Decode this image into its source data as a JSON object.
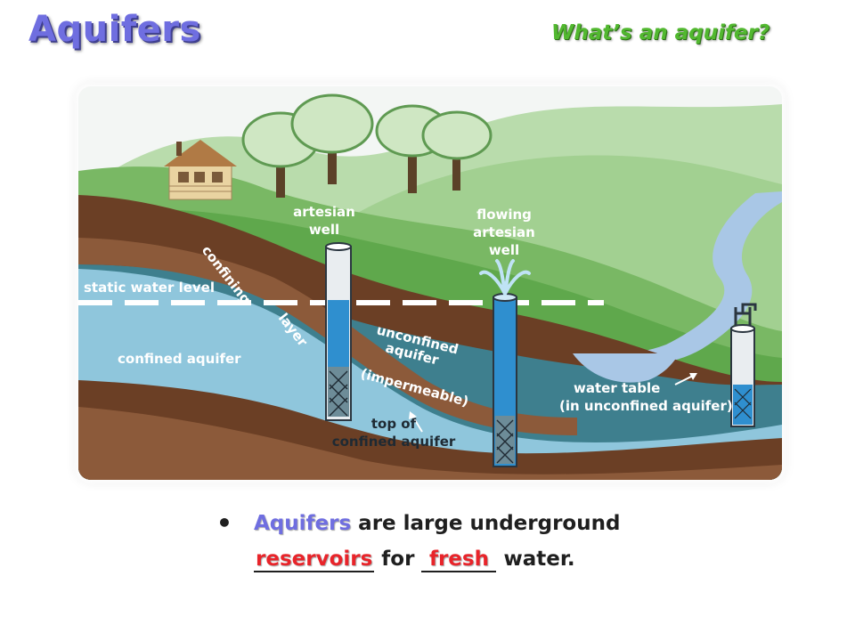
{
  "header": {
    "title": "Aquifers",
    "subtitle": "What’s an aquifer?"
  },
  "diagram": {
    "labels": {
      "artesian_well": [
        "artesian",
        "well"
      ],
      "flowing_artesian_well": [
        "flowing",
        "artesian",
        "well"
      ],
      "static_water_level": "static water level",
      "confining": "confining",
      "layer": "layer",
      "confined_aquifer": "confined aquifer",
      "unconfined_aquifer": [
        "unconfined",
        "aquifer"
      ],
      "impermeable": "(impermeable)",
      "top_of_confined_aquifer": [
        "top of",
        "confined aquifer"
      ],
      "water_table": [
        "water table",
        "(in unconfined aquifer)"
      ]
    },
    "colors": {
      "sky": "#f3f6f4",
      "hill_light": "#a9d39a",
      "hill_mid": "#7fbf6d",
      "grass": "#5aa84b",
      "soil_dark": "#6b3f25",
      "soil_mid": "#8c5a3a",
      "confined_water": "#8fc6dc",
      "unconfined_water": "#3e7f8e",
      "river": "#a9c7e6",
      "well_blue": "#2f8fcf"
    }
  },
  "bullet": {
    "keyword": "Aquifers",
    "line1_rest": " are large underground",
    "blank1": "reservoirs",
    "middle": " for ",
    "blank2": "fresh",
    "end": " water."
  }
}
